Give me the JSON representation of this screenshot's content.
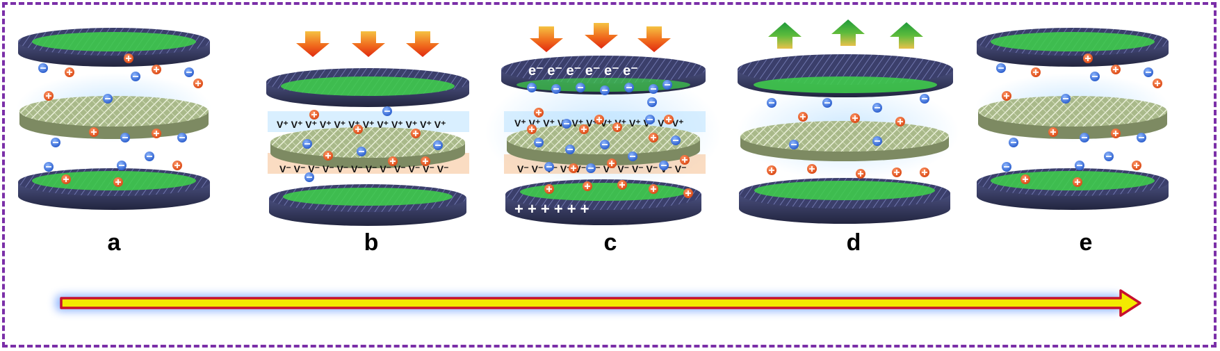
{
  "figure": {
    "panels": [
      {
        "id": "a",
        "label": "a",
        "state": "rest",
        "force_arrows": "none"
      },
      {
        "id": "b",
        "label": "b",
        "state": "press",
        "force_arrows": "down",
        "interface_charges": {
          "top": "V+",
          "bottom": "V-"
        }
      },
      {
        "id": "c",
        "label": "c",
        "state": "pressed",
        "force_arrows": "down",
        "electrode_charges": {
          "top": "e-",
          "bottom": "+"
        },
        "interface_charges": {
          "top": "V+",
          "bottom": "V-"
        }
      },
      {
        "id": "d",
        "label": "d",
        "state": "release",
        "force_arrows": "up"
      },
      {
        "id": "e",
        "label": "e",
        "state": "rest",
        "force_arrows": "none"
      }
    ],
    "colors": {
      "frame_border": "#7b2fa8",
      "press_arrow": "#e8401c",
      "release_arrow": "#1f9a3a",
      "electrode": "#3b3f6b",
      "active_material": "#3fd24a",
      "separator": "#c9d6a8",
      "cation": "#e8541e",
      "anion": "#2e6fd6",
      "timeline_arrow_fill": "#f3ea00",
      "timeline_arrow_outline": "#c8102e",
      "timeline_glow": "#3a7bff"
    }
  }
}
